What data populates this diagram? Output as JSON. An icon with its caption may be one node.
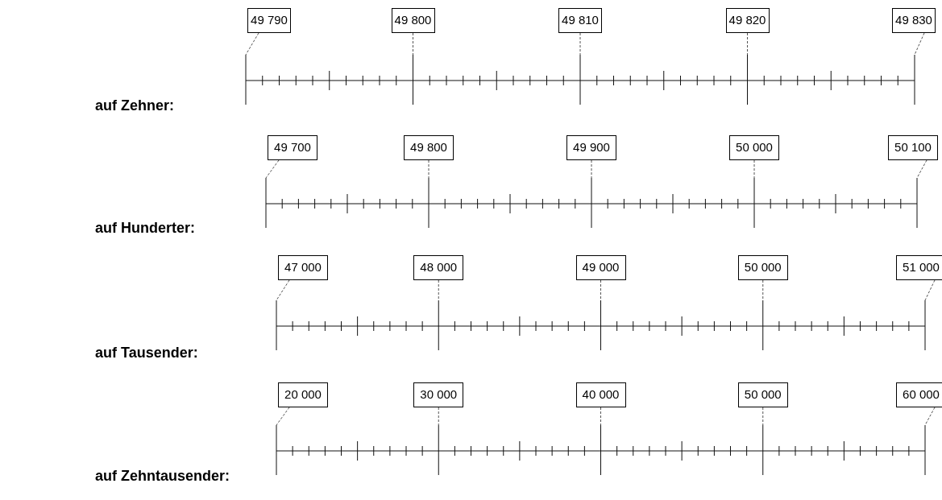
{
  "diagram": {
    "nodes": [
      {
        "text": [
          "49 790"
        ]
      },
      {
        "text": [
          "49 800"
        ]
      },
      {
        "text": [
          "49 810"
        ]
      },
      {
        "text": [
          "49 820"
        ]
      },
      {
        "text": [
          "49 830"
        ]
      },
      {
        "text": [
          "49 700"
        ]
      },
      {
        "text": [
          "49 800"
        ]
      },
      {
        "text": [
          "49 900"
        ]
      },
      {
        "text": [
          "50 000"
        ]
      },
      {
        "text": [
          "50 100"
        ]
      },
      {
        "text": [
          "47 000"
        ]
      },
      {
        "text": [
          "48 000"
        ]
      },
      {
        "text": [
          "49 000"
        ]
      },
      {
        "text": [
          "50 000"
        ]
      },
      {
        "text": [
          "51 000"
        ]
      },
      {
        "text": [
          "20 000"
        ]
      },
      {
        "text": [
          "30 000"
        ]
      },
      {
        "text": [
          "40 000"
        ]
      },
      {
        "text": [
          "50 000"
        ]
      },
      {
        "text": [
          "60 000"
        ]
      }
    ],
    "edges": [
      {
        "from": 0,
        "to": null,
        "arrow": "none",
        "style": "dashed"
      },
      {
        "from": 1,
        "to": null,
        "arrow": "none",
        "style": "dashed"
      },
      {
        "from": 2,
        "to": null,
        "arrow": "none",
        "style": "dashed"
      },
      {
        "from": 3,
        "to": null,
        "arrow": "none",
        "style": "dashed"
      },
      {
        "from": 4,
        "to": null,
        "arrow": "none",
        "style": "dashed"
      },
      {
        "from": 5,
        "to": null,
        "arrow": "none",
        "style": "dashed"
      },
      {
        "from": 6,
        "to": null,
        "arrow": "none",
        "style": "dashed"
      },
      {
        "from": 7,
        "to": null,
        "arrow": "none",
        "style": "dashed"
      },
      {
        "from": 8,
        "to": null,
        "arrow": "none",
        "style": "dashed"
      },
      {
        "from": 9,
        "to": null,
        "arrow": "none",
        "style": "dashed"
      },
      {
        "from": 10,
        "to": null,
        "arrow": "none",
        "style": "dashed"
      },
      {
        "from": 11,
        "to": null,
        "arrow": "none",
        "style": "dashed"
      },
      {
        "from": 12,
        "to": null,
        "arrow": "none",
        "style": "dashed"
      },
      {
        "from": 13,
        "to": null,
        "arrow": "none",
        "style": "dashed"
      },
      {
        "from": 14,
        "to": null,
        "arrow": "none",
        "style": "dashed"
      },
      {
        "from": 15,
        "to": null,
        "arrow": "none",
        "style": "dashed"
      },
      {
        "from": 16,
        "to": null,
        "arrow": "none",
        "style": "dashed"
      },
      {
        "from": 17,
        "to": null,
        "arrow": "none",
        "style": "dashed"
      },
      {
        "from": 18,
        "to": null,
        "arrow": "none",
        "style": "dashed"
      },
      {
        "from": 19,
        "to": null,
        "arrow": "none",
        "style": "dashed"
      }
    ],
    "labels": [
      "auf Zehner:",
      "auf Hunderter:",
      "auf Tausender:",
      "auf Zehntausender:"
    ]
  }
}
